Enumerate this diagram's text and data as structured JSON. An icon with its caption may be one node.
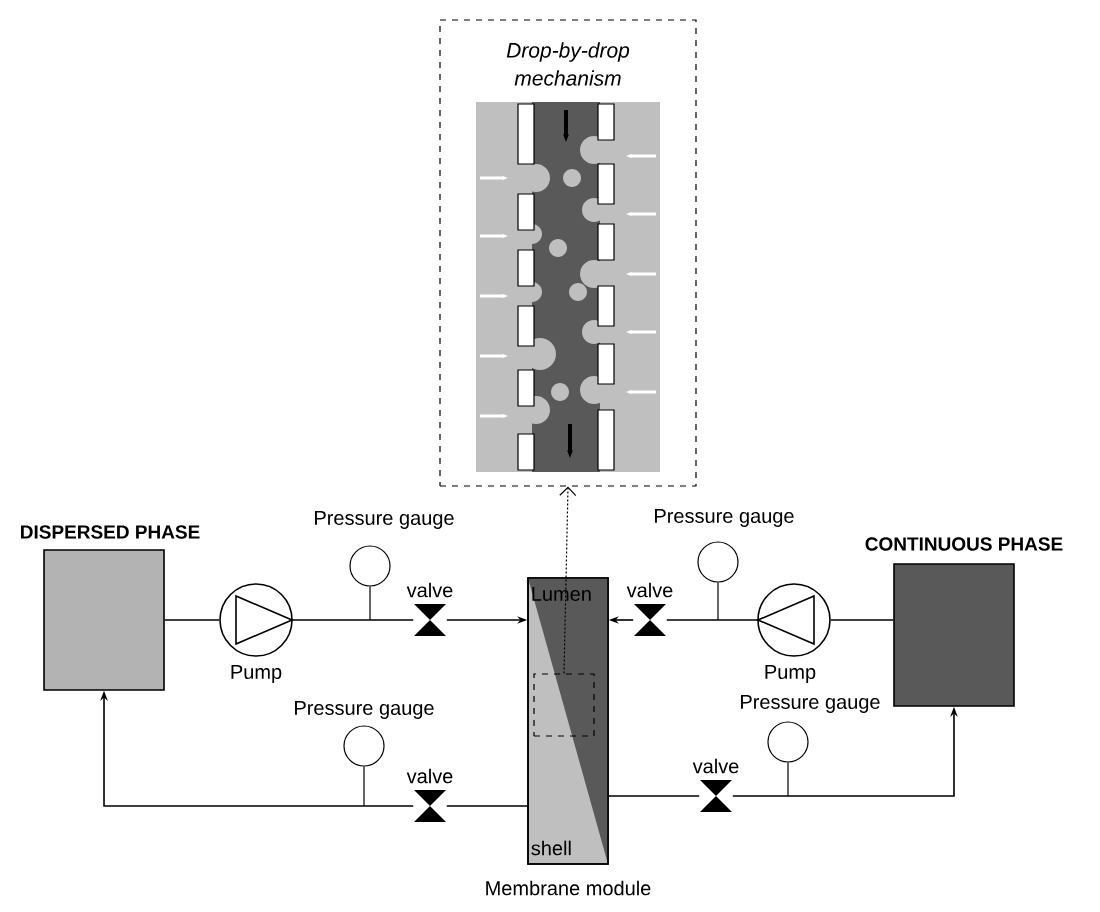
{
  "diagram": {
    "nodes": [
      {
        "text": [
          "*Drop-by-drop mechanism*"
        ]
      },
      {
        "text": [
          "**DISPERSED PHASE**"
        ]
      },
      {
        "text": [
          "Pressure gauge"
        ]
      },
      {
        "text": [
          "Pump"
        ]
      },
      {
        "text": [
          "valve"
        ]
      },
      {
        "text": [
          "Pressure gauge"
        ]
      },
      {
        "text": [
          "valve"
        ]
      },
      {
        "text": [
          "Lumen",
          "shell"
        ]
      },
      {
        "text": [
          "Pump"
        ]
      },
      {
        "text": [
          "**CONTINUOUS PHASE**"
        ]
      },
      {
        "text": [
          "Pressure gauge"
        ]
      },
      {
        "text": [
          "valve"
        ]
      },
      {
        "text": [
          "Pressure gauge"
        ]
      },
      {
        "text": [
          "valve"
        ]
      },
      {
        "text": [],
        "shape": "box",
        "in": 7
      }
    ],
    "edges": [
      {
        "from": 1,
        "to": 3,
        "arrow": "none"
      },
      {
        "from": 3,
        "to": 4,
        "arrow": "none"
      },
      {
        "from": 4,
        "to": 7,
        "arrow": "to"
      },
      {
        "from": 9,
        "to": 8,
        "arrow": "none"
      },
      {
        "from": 8,
        "to": 6,
        "arrow": "none"
      },
      {
        "from": 6,
        "to": 7,
        "arrow": "to"
      },
      {
        "from": 7,
        "to": 11,
        "arrow": "none"
      },
      {
        "from": 11,
        "to": 1,
        "arrow": "to"
      },
      {
        "from": 7,
        "to": 13,
        "arrow": "none"
      },
      {
        "from": 13,
        "to": 9,
        "arrow": "to"
      },
      {
        "from": 14,
        "to": 0,
        "arrow": "to",
        "style": "dashed"
      },
      {
        "from": 2,
        "to": null,
        "arrow": "none"
      },
      {
        "from": 5,
        "to": null,
        "arrow": "none"
      },
      {
        "from": 10,
        "to": null,
        "arrow": "none"
      },
      {
        "from": 12,
        "to": null,
        "arrow": "none"
      }
    ],
    "labels": [
      "Membrane module"
    ]
  }
}
